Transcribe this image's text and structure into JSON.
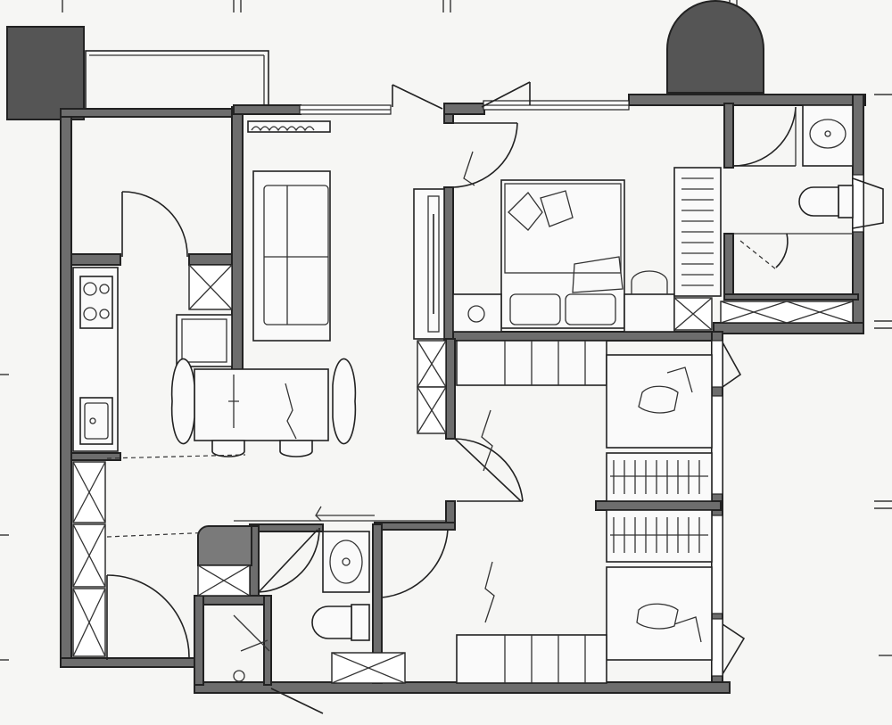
{
  "plan": {
    "wall_color": "#6d6d6d",
    "line_color": "#222222",
    "background": "#f6f6f4",
    "rooms": [
      "balcony",
      "kitchen",
      "living-dining",
      "master-bedroom",
      "master-bath",
      "bath-2",
      "bedroom-2",
      "bedroom-3",
      "entry-utility"
    ],
    "icons": [
      "bed-icon",
      "sofa-icon",
      "dining-table-icon",
      "stove-icon",
      "sink-icon",
      "toilet-icon",
      "washbasin-icon",
      "wardrobe-icon",
      "door-swing-icon",
      "air-conditioner-icon"
    ]
  }
}
